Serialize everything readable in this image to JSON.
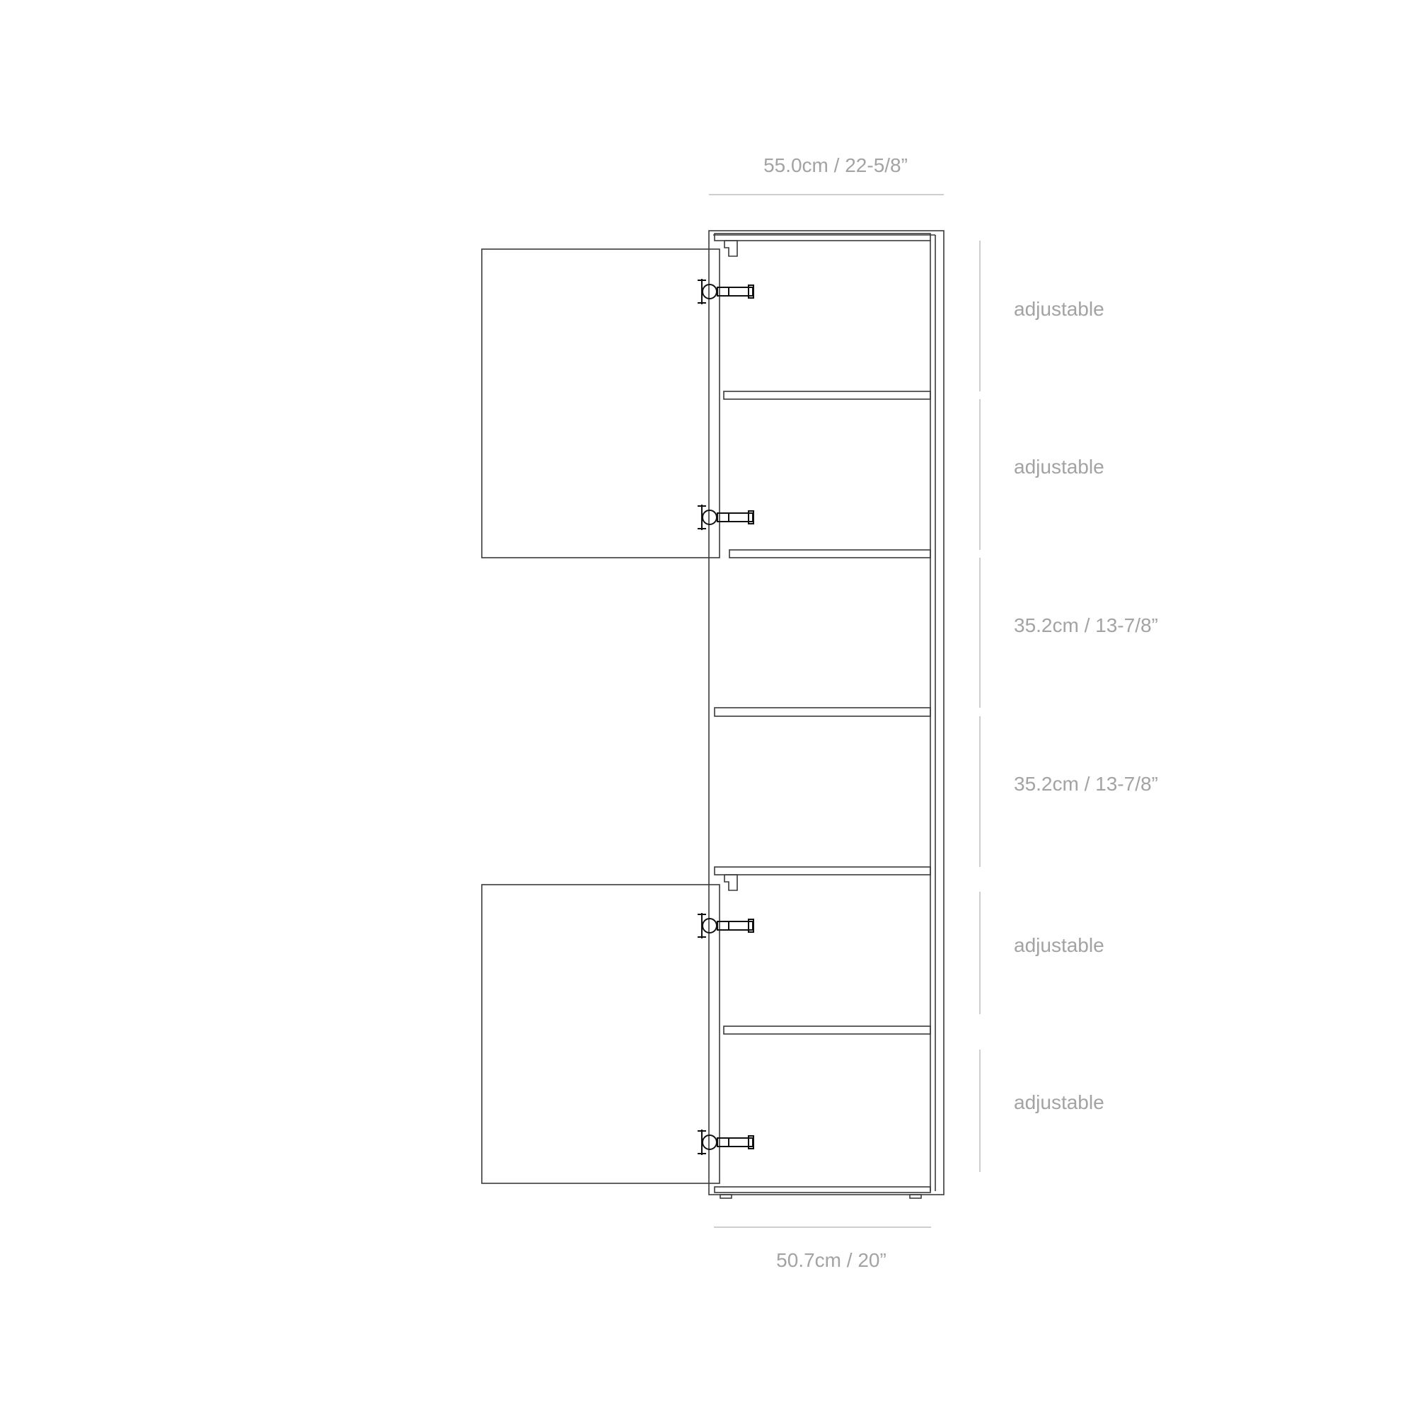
{
  "dimensions": {
    "width_top": "55.0cm / 22-5/8”",
    "width_bottom": "50.7cm / 20”",
    "compartments": [
      "adjustable",
      "adjustable",
      "35.2cm / 13-7/8”",
      "35.2cm / 13-7/8”",
      "adjustable",
      "adjustable"
    ]
  },
  "colors": {
    "line": "#3a3a3a",
    "dimension_line": "#cfcfcf",
    "text": "#a3a3a3"
  }
}
